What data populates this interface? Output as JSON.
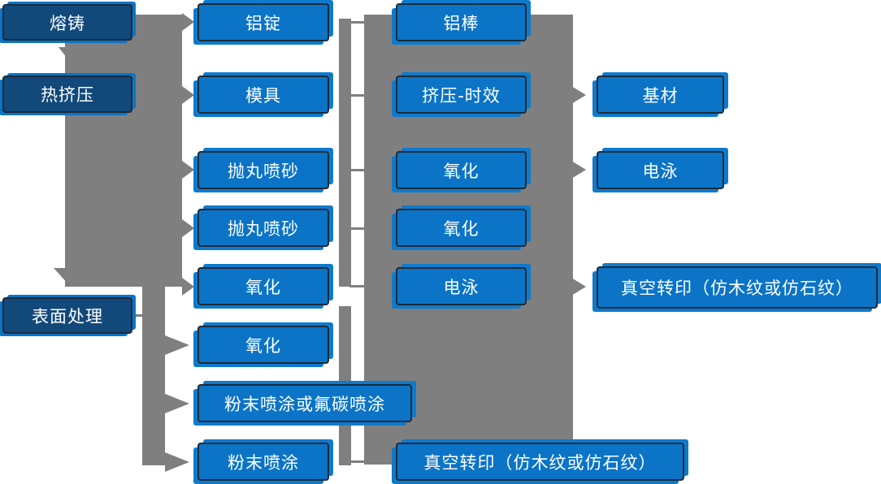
{
  "nodes": {
    "col1": [
      "熔铸",
      "热挤压",
      "表面处理"
    ],
    "col2": [
      "铝锭",
      "模具",
      "抛丸喷砂",
      "抛丸喷砂",
      "氧化",
      "氧化",
      "粉末喷涂或氟碳喷涂",
      "粉末喷涂"
    ],
    "col3": [
      "铝棒",
      "挤压-时效",
      "氧化",
      "氧化",
      "电泳",
      "真空转印（仿木纹或仿石纹）"
    ],
    "col4": [
      "基材",
      "电泳",
      "真空转印（仿木纹或仿石纹）"
    ]
  },
  "colors": {
    "node_fill": "#0b74c6",
    "node_fill_dark": "#12497b",
    "node_border": "#1c2b3a",
    "node_offset_copy": "#0e7acc",
    "connector_gray": "#7f7f7f",
    "text": "#ffffff",
    "background": "#ffffff"
  }
}
